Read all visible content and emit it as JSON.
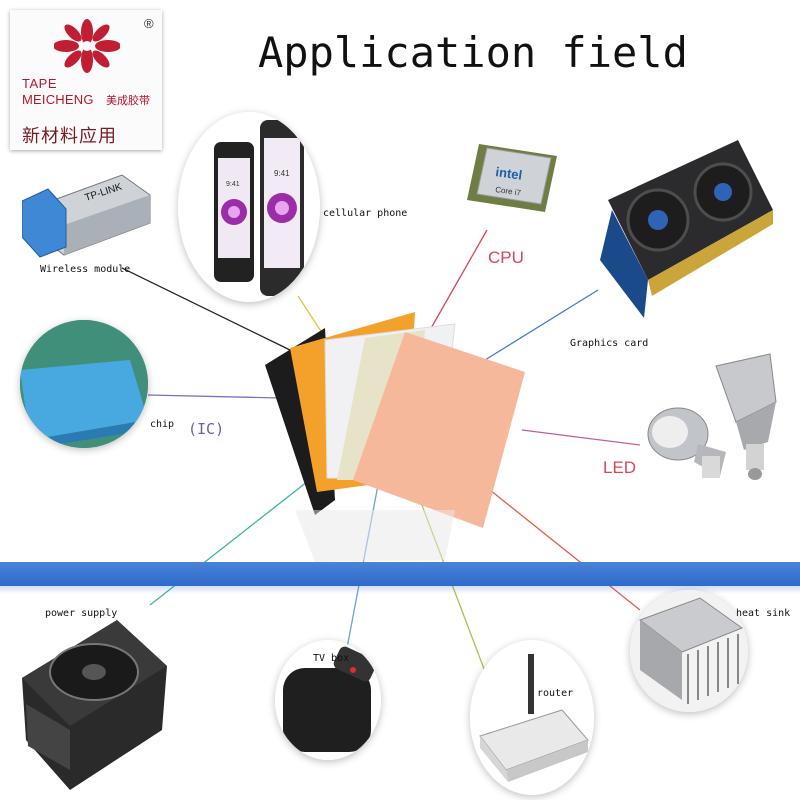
{
  "logo": {
    "brand_line1": "TAPE",
    "brand_line2": "MEICHENG",
    "brand_cn": "美成胶带",
    "registered": "®",
    "slogan": "新材料应用",
    "color": "#b0182a"
  },
  "title": "Application field",
  "applications": {
    "cellular_phone": "cellular phone",
    "wireless_module": "Wireless module",
    "cpu": "CPU",
    "graphics_card": "Graphics card",
    "chip": "chip",
    "ic": "(IC)",
    "led": "LED",
    "power_supply": "power supply",
    "tv_box": "TV box",
    "router": "router",
    "heat_sink": "heat sink"
  },
  "device_text": {
    "phone_time_1": "9:41",
    "phone_time_2": "9:41",
    "tplink": "TP-LINK",
    "intel": "intel",
    "core": "Core i7"
  },
  "colors": {
    "band": "#2f6bcc",
    "pad_orange": "#f4a12c",
    "pad_peach": "#f6b89a",
    "pad_black": "#1c1c1c",
    "pad_white": "#f1f1f4",
    "pad_cream": "#e6e3c9"
  }
}
